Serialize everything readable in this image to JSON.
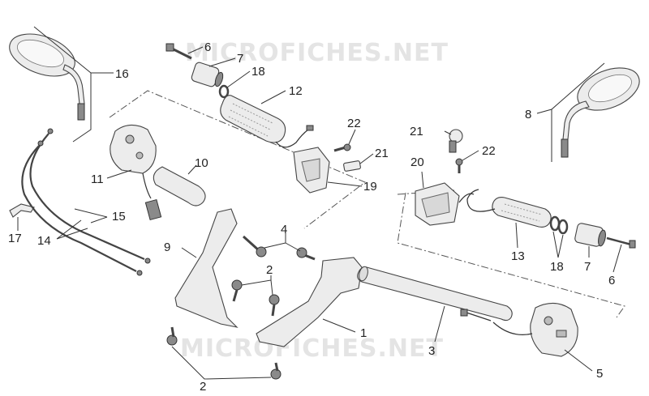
{
  "diagram": {
    "watermark_top": "MICROFICHES.NET",
    "watermark_bottom": "MICROFICHES.NET",
    "callouts": {
      "c1": "1",
      "c2a": "2",
      "c2b": "2",
      "c3": "3",
      "c4": "4",
      "c5": "5",
      "c6a": "6",
      "c6b": "6",
      "c7a": "7",
      "c7b": "7",
      "c8": "8",
      "c9": "9",
      "c10": "10",
      "c11": "11",
      "c12": "12",
      "c13": "13",
      "c14": "14",
      "c15": "15",
      "c16": "16",
      "c17": "17",
      "c18a": "18",
      "c18b": "18",
      "c19": "19",
      "c20": "20",
      "c21a": "21",
      "c21b": "21",
      "c22a": "22",
      "c22b": "22"
    }
  }
}
